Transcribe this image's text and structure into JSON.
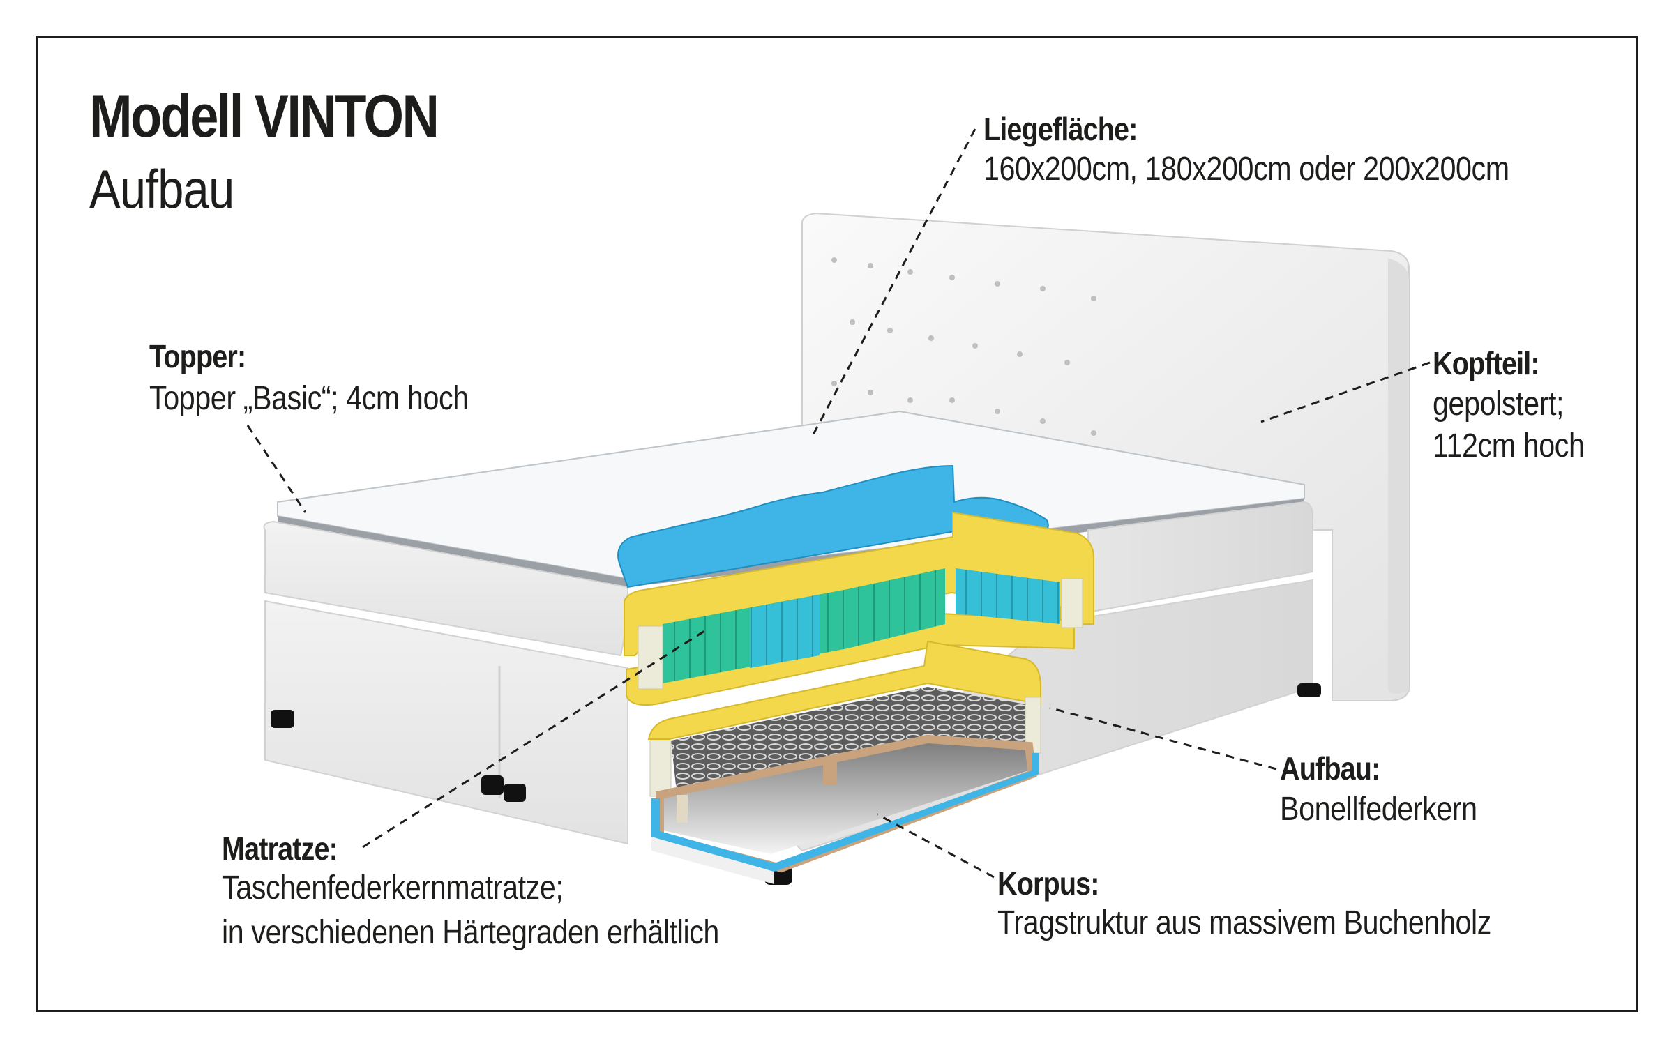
{
  "header": {
    "title": "Modell VINTON",
    "subtitle": "Aufbau"
  },
  "callouts": {
    "liegeflaeche": {
      "heading": "Liegefläche:",
      "lines": [
        "160x200cm, 180x200cm oder 200x200cm"
      ]
    },
    "topper": {
      "heading": "Topper:",
      "lines": [
        "Topper „Basic“; 4cm hoch"
      ]
    },
    "kopfteil": {
      "heading": "Kopfteil:",
      "lines": [
        "gepolstert;",
        "112cm hoch"
      ]
    },
    "aufbau": {
      "heading": "Aufbau:",
      "lines": [
        "Bonellfederkern"
      ]
    },
    "matratze": {
      "heading": "Matratze:",
      "lines": [
        "Taschenfederkernmatratze;",
        "in verschiedenen Härtegraden erhältlich"
      ]
    },
    "korpus": {
      "heading": "Korpus:",
      "lines": [
        "Tragstruktur aus massivem Buchenholz"
      ]
    }
  },
  "colors": {
    "text": "#1d1d1b",
    "frame": "#1d1d1b",
    "upholstery": "#ececec",
    "topper": "#f7f9fb",
    "comfort_foam_blue": "#3fb4e6",
    "foam_yellow": "#f2d84a",
    "pocket_springs_green": "#2ec39a",
    "pocket_springs_cyan": "#36c0d8",
    "side_foam": "#ecebd9",
    "bonnell_springs": "#6b6b6b",
    "wood": "#c9a27e",
    "feet": "#111111"
  }
}
